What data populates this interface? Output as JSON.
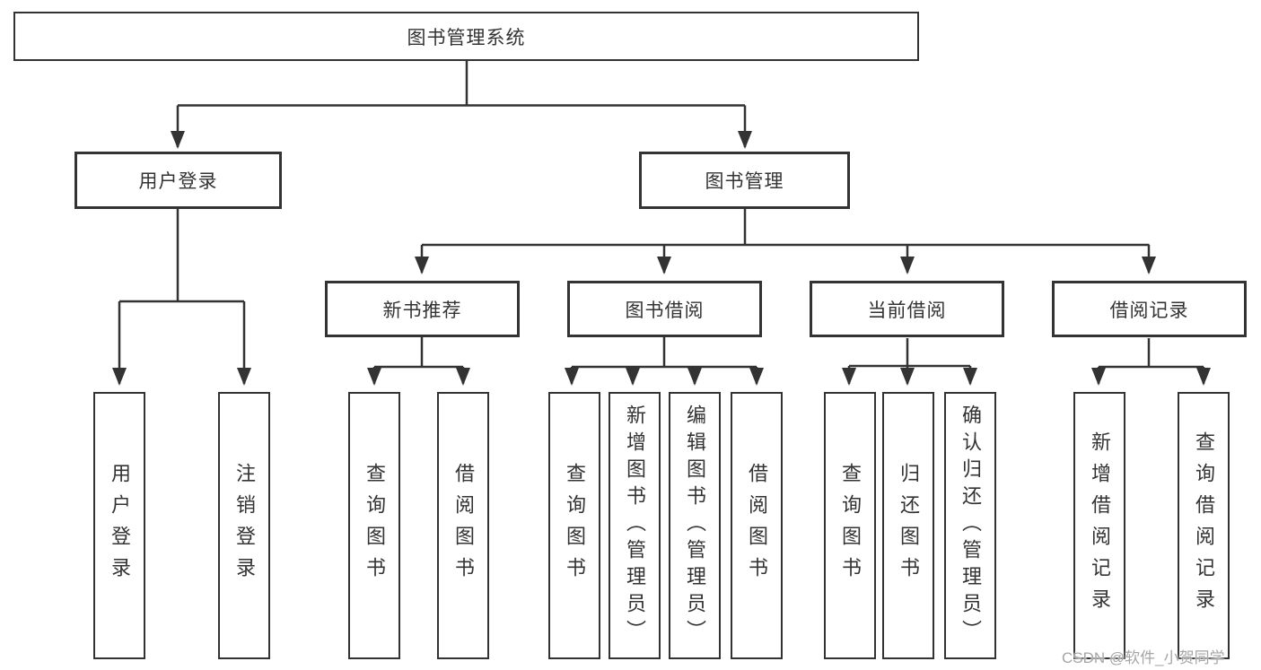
{
  "diagram": {
    "title_node": "图书管理系统",
    "root": {
      "label": "图书管理系统"
    },
    "branches": [
      {
        "label": "用户登录",
        "children": [
          {
            "label": "用户登录"
          },
          {
            "label": "注销登录"
          }
        ]
      },
      {
        "label": "图书管理",
        "children": [
          {
            "label": "新书推荐",
            "children": [
              {
                "label": "查询图书"
              },
              {
                "label": "借阅图书"
              }
            ]
          },
          {
            "label": "图书借阅",
            "children": [
              {
                "label": "查询图书"
              },
              {
                "label": "新增图书（管理员）"
              },
              {
                "label": "编辑图书（管理员）"
              },
              {
                "label": "借阅图书"
              }
            ]
          },
          {
            "label": "当前借阅",
            "children": [
              {
                "label": "查询图书"
              },
              {
                "label": "归还图书"
              },
              {
                "label": "确认归还（管理员）"
              }
            ]
          },
          {
            "label": "借阅记录",
            "children": [
              {
                "label": "新增借阅记录"
              },
              {
                "label": "查询借阅记录"
              }
            ]
          }
        ]
      }
    ]
  },
  "watermark": {
    "text": "CSDN @软件_小贺同学"
  },
  "colors": {
    "line": "#333333",
    "text": "#333333",
    "bg": "#ffffff",
    "wm": "#a6a6a6"
  }
}
